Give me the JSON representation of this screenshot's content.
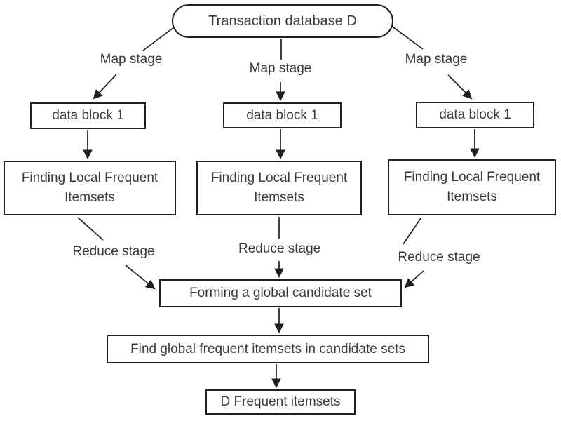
{
  "diagram": {
    "root": "Transaction database D",
    "map_stages": [
      "Map stage",
      "Map stage",
      "Map stage"
    ],
    "data_blocks": [
      "data block 1",
      "data block 1",
      "data block 1"
    ],
    "local_frequent": [
      "Finding Local Frequent Itemsets",
      "Finding Local Frequent Itemsets",
      "Finding Local Frequent Itemsets"
    ],
    "reduce_stages": [
      "Reduce stage",
      "Reduce stage",
      "Reduce stage"
    ],
    "global_candidate": "Forming a global candidate set",
    "find_global": "Find global frequent itemsets in candidate sets",
    "result": "D Frequent itemsets",
    "colors": {
      "stroke": "#1f1f1f",
      "text": "#3a3a3a",
      "background": "#ffffff",
      "box_fill": "#ffffff"
    }
  }
}
